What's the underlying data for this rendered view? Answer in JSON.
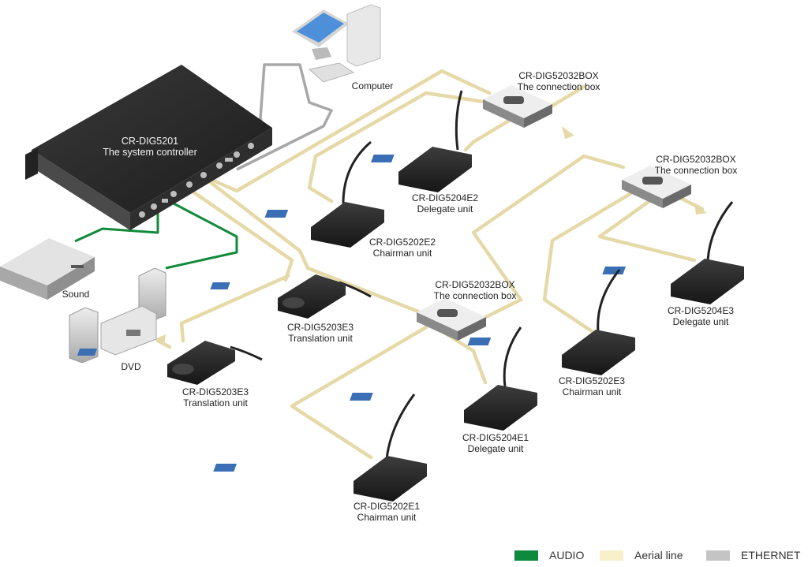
{
  "devices": {
    "controller": {
      "model": "CR-DIG5201",
      "desc": "The system controller"
    },
    "computer": {
      "label": "Computer"
    },
    "sound": {
      "label": "Sound"
    },
    "dvd": {
      "label": "DVD"
    },
    "box1": {
      "model": "CR-DIG52032BOX",
      "desc": "The connection box"
    },
    "box2": {
      "model": "CR-DIG52032BOX",
      "desc": "The connection box"
    },
    "box3": {
      "model": "CR-DIG52032BOX",
      "desc": "The connection box"
    },
    "delegate_e2": {
      "model": "CR-DIG5204E2",
      "desc": "Delegate unit"
    },
    "chairman_e2": {
      "model": "CR-DIG5202E2",
      "desc": "Chairman unit"
    },
    "delegate_e3": {
      "model": "CR-DIG5204E3",
      "desc": "Delegate unit"
    },
    "chairman_e3": {
      "model": "CR-DIG5202E3",
      "desc": "Chairman unit"
    },
    "delegate_e1": {
      "model": "CR-DIG5204E1",
      "desc": "Delegate unit"
    },
    "chairman_e1": {
      "model": "CR-DIG5202E1",
      "desc": "Chairman unit"
    },
    "translation_a": {
      "model": "CR-DIG5203E3",
      "desc": "Translation unit"
    },
    "translation_b": {
      "model": "CR-DIG5203E3",
      "desc": "Translation unit"
    }
  },
  "legend": [
    {
      "label": "AUDIO",
      "color": "#0e8a3c"
    },
    {
      "label": "Aerial line",
      "color": "#f7f0c8"
    },
    {
      "label": "ETHERNET",
      "color": "#c4c4c4"
    }
  ],
  "colors": {
    "aerial_line": "#e8dcac",
    "audio_line": "#138a3a",
    "ethernet_line": "#a9a9a9",
    "device_dark": "#2b2b2b",
    "device_silver": "#cfcfcf",
    "screen_blue": "#3a6fb5"
  }
}
